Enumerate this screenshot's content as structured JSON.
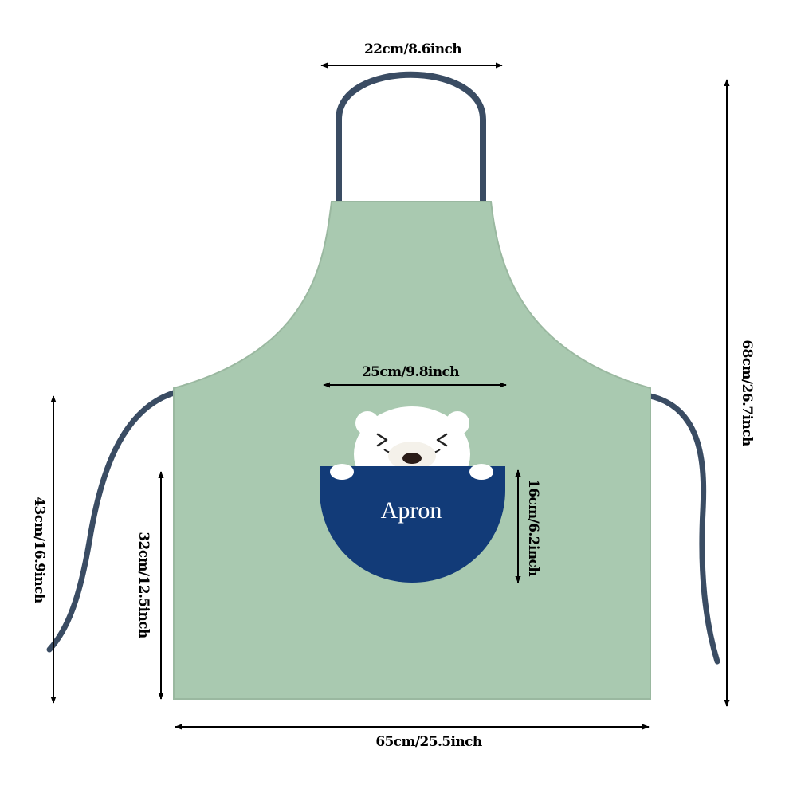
{
  "colors": {
    "apron_fabric": "#a9c9b0",
    "apron_edge": "#9ab8a0",
    "strap": "#3a4c63",
    "pocket": "#123b78",
    "bear": "#ffffff",
    "arrow": "#000000"
  },
  "pocket": {
    "label": "Apron"
  },
  "dimensions": {
    "neck_strap_width": "22cm/8.6inch",
    "chest_width": "25cm/9.8inch",
    "total_height": "68cm/26.7inch",
    "pocket_height": "16cm/6.2inch",
    "lower_height": "32cm/12.5inch",
    "waist_tie_length": "43cm/16.9inch",
    "bottom_width": "65cm/25.5inch"
  }
}
